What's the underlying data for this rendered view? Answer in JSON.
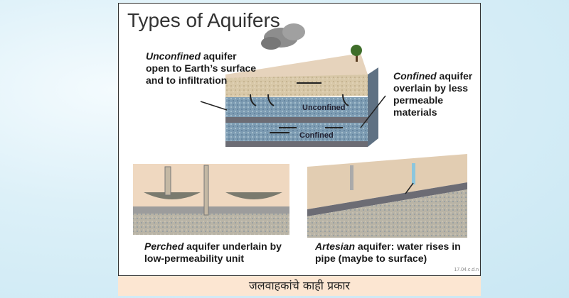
{
  "title": "Types of Aquifers",
  "labels": {
    "unconfined_em": "Unconfined",
    "unconfined_rest": " aquifer",
    "unconfined_line2": "open to Earth’s surface",
    "unconfined_line3": "and to infiltration",
    "confined_em": "Confined",
    "confined_rest": " aquifer",
    "confined_line2": "overlain by less",
    "confined_line3": "permeable",
    "confined_line4": "materials",
    "perched_em": "Perched",
    "perched_rest": " aquifer underlain by",
    "perched_line2": "low-permeability unit",
    "artesian_em": "Artesian",
    "artesian_rest": " aquifer: water rises in",
    "artesian_line2": "pipe (maybe to surface)"
  },
  "layer_labels": {
    "unconfined": "Unconfined",
    "confined": "Confined"
  },
  "credit": "17.04.c.d.n",
  "caption": "जलवाहकांचे काही प्रकार"
}
